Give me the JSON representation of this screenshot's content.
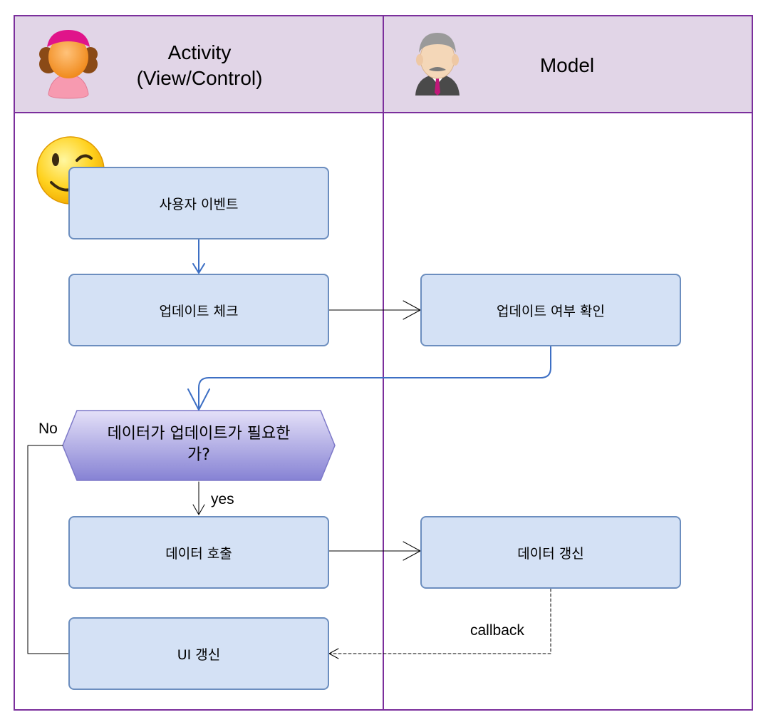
{
  "lanes": {
    "activity": {
      "title_line1": "Activity",
      "title_line2": "(View/Control)",
      "icon": "girl-avatar-icon"
    },
    "model": {
      "title": "Model",
      "icon": "businessman-avatar-icon"
    }
  },
  "nodes": {
    "user_event": "사용자 이벤트",
    "update_check": "업데이트 체크",
    "update_confirm": "업데이트 여부 확인",
    "decision_line1": "데이터가 업데이트가 필요한",
    "decision_line2": "가?",
    "data_call": "데이터 호출",
    "data_refresh": "데이터 갱신",
    "ui_refresh": "UI 갱신"
  },
  "edge_labels": {
    "no": "No",
    "yes": "yes",
    "callback": "callback"
  },
  "decorations": {
    "smiley": "winking-smiley-icon"
  },
  "colors": {
    "lane_border": "#7b2f9c",
    "header_fill": "#e1d5e7",
    "box_fill": "#d4e1f5",
    "box_border": "#6c8ebf",
    "decision_top": "#dedaf5",
    "decision_bottom": "#8b87d6"
  }
}
